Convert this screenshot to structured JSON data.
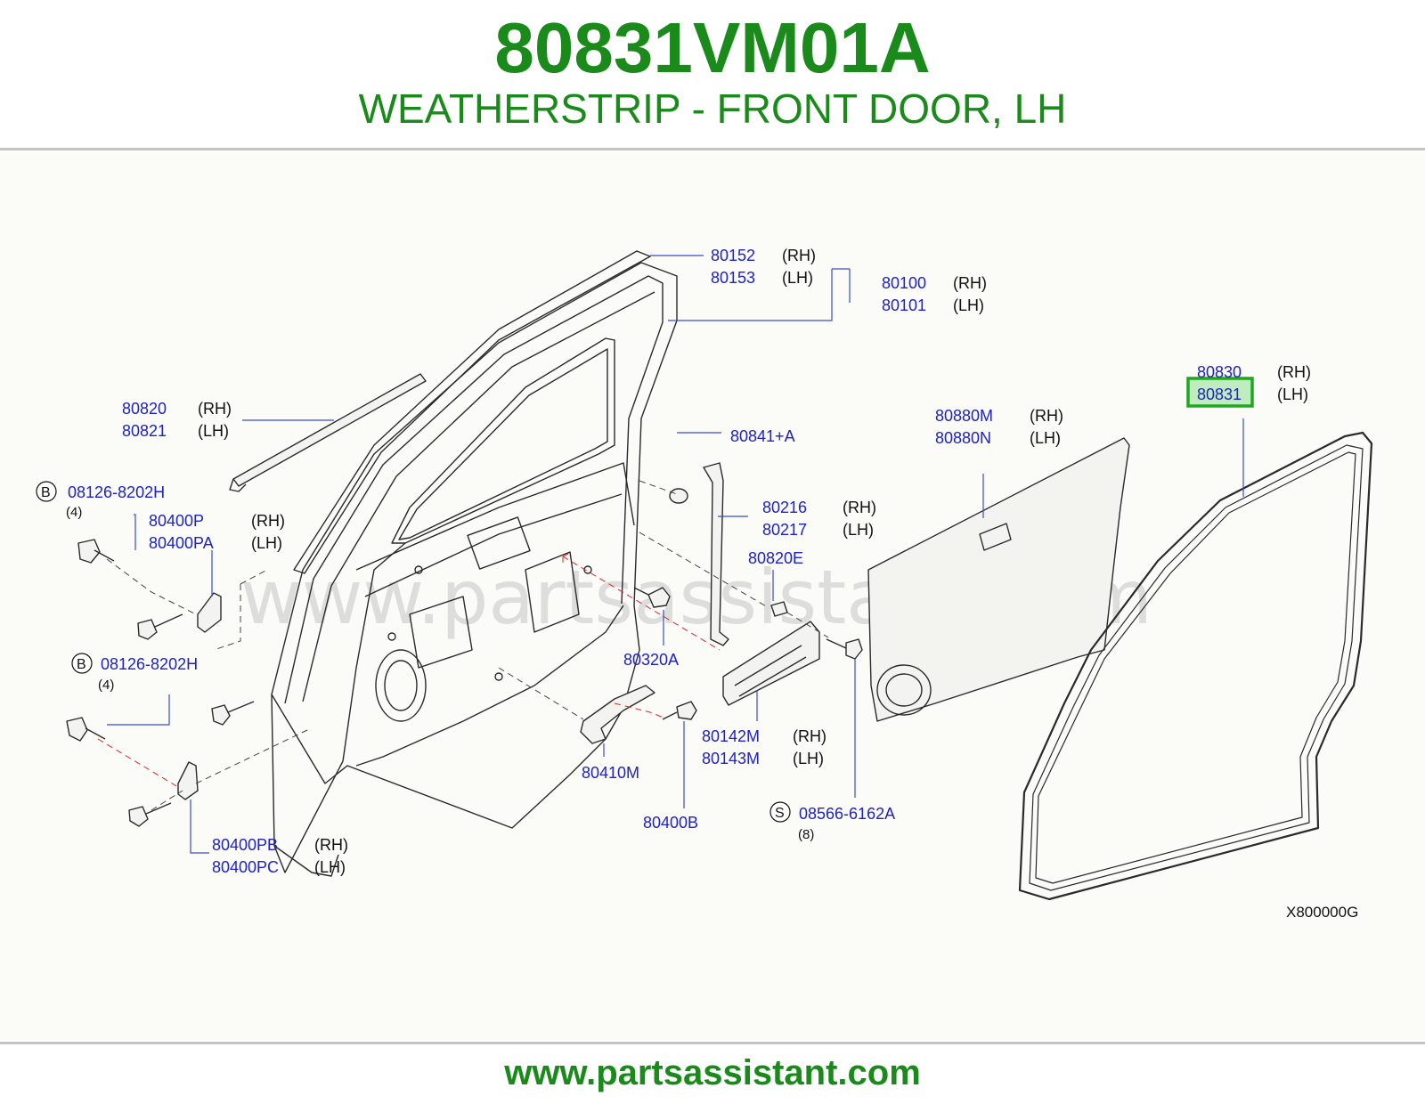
{
  "header": {
    "part_number": "80831VM01A",
    "part_title": "WEATHERSTRIP - FRONT DOOR, LH"
  },
  "diagram": {
    "watermark": "www.partsassistant.com",
    "diagram_code": "X800000G",
    "labels": [
      {
        "id": "80152",
        "pn": "80152",
        "side": "(RH)"
      },
      {
        "id": "80153",
        "pn": "80153",
        "side": "(LH)"
      },
      {
        "id": "80100",
        "pn": "80100",
        "side": "(RH)"
      },
      {
        "id": "80101",
        "pn": "80101",
        "side": "(LH)"
      },
      {
        "id": "80820",
        "pn": "80820",
        "side": "(RH)"
      },
      {
        "id": "80821",
        "pn": "80821",
        "side": "(LH)"
      },
      {
        "id": "80830",
        "pn": "80830",
        "side": "(RH)"
      },
      {
        "id": "80831",
        "pn": "80831",
        "side": "(LH)",
        "highlighted": true
      },
      {
        "id": "80880M",
        "pn": "80880M",
        "side": "(RH)"
      },
      {
        "id": "80880N",
        "pn": "80880N",
        "side": "(LH)"
      },
      {
        "id": "80841A",
        "pn": "80841+A",
        "side": ""
      },
      {
        "id": "08126-8202H-a",
        "pn": "08126-8202H",
        "side": "",
        "prefix": "B",
        "qty": "(4)"
      },
      {
        "id": "80400P",
        "pn": "80400P",
        "side": "(RH)"
      },
      {
        "id": "80400PA",
        "pn": "80400PA",
        "side": "(LH)"
      },
      {
        "id": "80216",
        "pn": "80216",
        "side": "(RH)"
      },
      {
        "id": "80217",
        "pn": "80217",
        "side": "(LH)"
      },
      {
        "id": "80820E",
        "pn": "80820E",
        "side": ""
      },
      {
        "id": "08126-8202H-b",
        "pn": "08126-8202H",
        "side": "",
        "prefix": "B",
        "qty": "(4)"
      },
      {
        "id": "80320A",
        "pn": "80320A",
        "side": ""
      },
      {
        "id": "80142M",
        "pn": "80142M",
        "side": "(RH)"
      },
      {
        "id": "80143M",
        "pn": "80143M",
        "side": "(LH)"
      },
      {
        "id": "80410M",
        "pn": "80410M",
        "side": ""
      },
      {
        "id": "80400B",
        "pn": "80400B",
        "side": ""
      },
      {
        "id": "08566-6162A",
        "pn": "08566-6162A",
        "side": "",
        "prefix": "S",
        "qty": "(8)"
      },
      {
        "id": "80400PB",
        "pn": "80400PB",
        "side": "(RH)"
      },
      {
        "id": "80400PC",
        "pn": "80400PC",
        "side": "(LH)"
      }
    ],
    "highlight_color": "#22b022"
  },
  "footer": {
    "url": "www.partsassistant.com"
  }
}
